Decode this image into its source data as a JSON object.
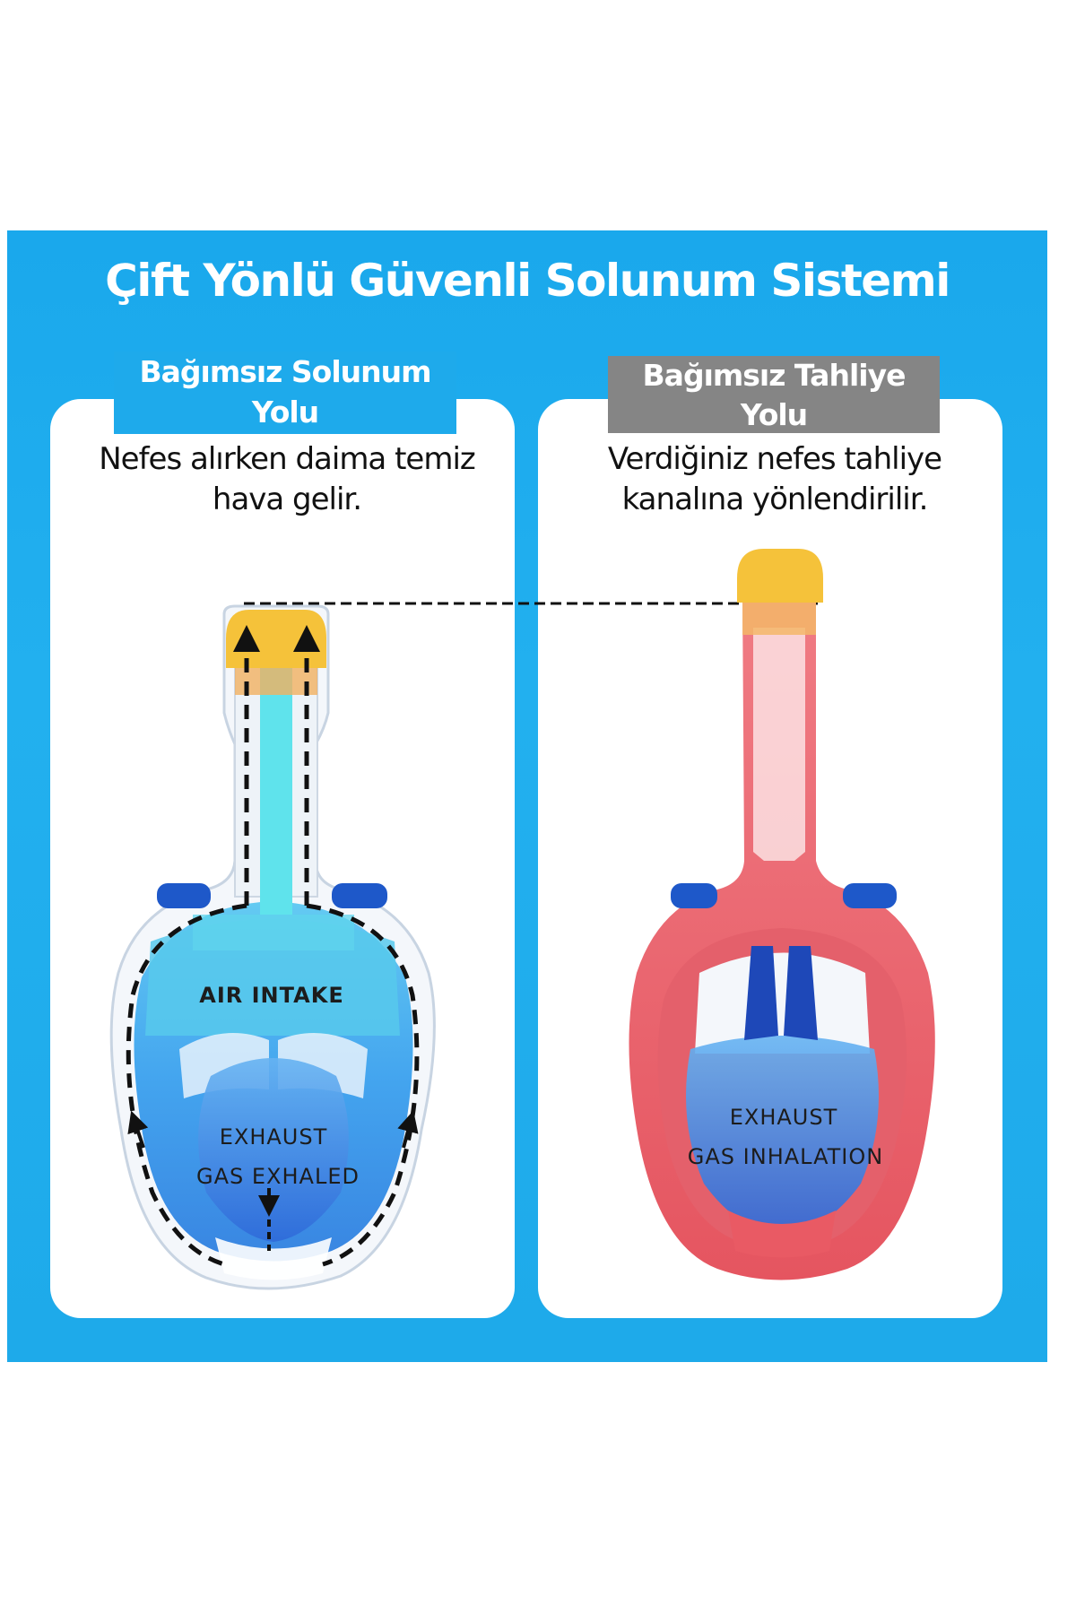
{
  "title": "Çift Yönlü Güvenli Solunum Sistemi",
  "left_panel": {
    "tag_line1": "Bağımsız Solunum",
    "tag_line2": "Yolu",
    "desc_line1": "Nefes alırken daima temiz",
    "desc_line2": "hava gelir.",
    "label_air_intake": "AIR INTAKE",
    "label_exhaust": "EXHAUST",
    "label_gas": "GAS EXHALED"
  },
  "right_panel": {
    "tag_line1": "Bağımsız Tahliye",
    "tag_line2": "Yolu",
    "desc_line1": "Verdiğiniz nefes tahliye",
    "desc_line2": "kanalına yönlendirilir.",
    "label_exhaust": "EXHAUST",
    "label_gas": "GAS INHALATION"
  },
  "colors": {
    "banner": "#1eaaeb",
    "gray_tag": "#858585",
    "mask_blue": "#2f8ee8",
    "mask_coral": "#e86068",
    "snorkel_top": "#f5c23a",
    "air_channel": "#5fe3ec"
  }
}
